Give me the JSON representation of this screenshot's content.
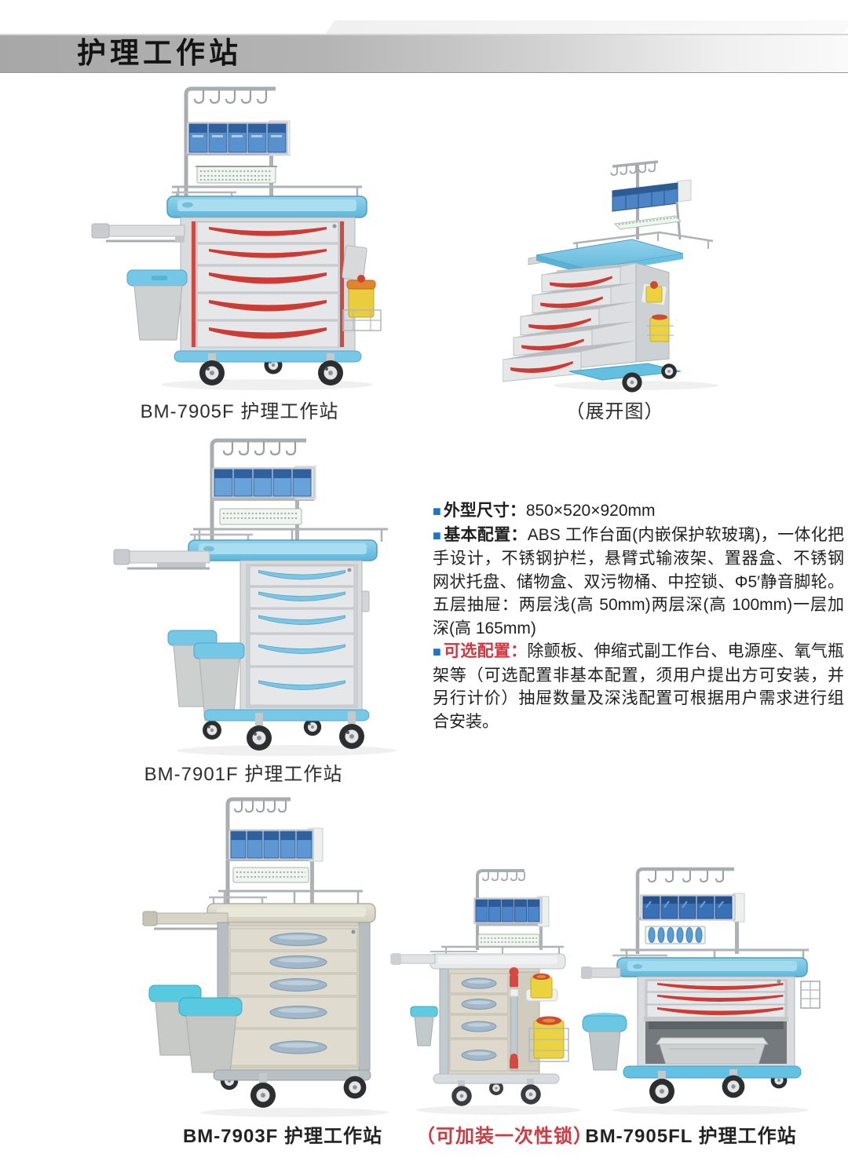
{
  "page": {
    "title": "护理工作站"
  },
  "colors": {
    "accent_blue_top": "#6ec6e6",
    "bin_blue": "#5792ce",
    "handle_red": "#ce3b35",
    "handle_blue": "#7cc5e5",
    "handle_gray_blue": "#a2b7c9",
    "beige_body": "#d6d3c6",
    "spec_bullet_blue": "#2273c4",
    "label_red": "#d2373f",
    "caption_red": "#cf3a42"
  },
  "specs": {
    "bullet": "■",
    "items": [
      {
        "label": "外型尺寸：",
        "text": "850×520×920mm"
      },
      {
        "label": "基本配置：",
        "text": "ABS 工作台面(内嵌保护软玻璃)，一体化把手设计，不锈钢护栏，悬臂式输液架、置器盒、不锈钢网状托盘、储物盒、双污物桶、中控锁、Φ5′静音脚轮。五层抽屉：两层浅(高 50mm)两层深(高 100mm)一层加深(高 165mm)"
      },
      {
        "label": "可选配置：",
        "text": "除颤板、伸缩式副工作台、电源座、氧气瓶架等（可选配置非基本配置，须用户提出方可安装，并另行计价）抽屉数量及深浅配置可根据用户需求进行组合安装。"
      }
    ]
  },
  "products": [
    {
      "id": "bm7905f",
      "caption": "BM-7905F 护理工作站"
    },
    {
      "id": "expanded",
      "caption": "（展开图）"
    },
    {
      "id": "bm7901f",
      "caption": "BM-7901F 护理工作站"
    },
    {
      "id": "bm7903f",
      "caption": "BM-7903F 护理工作站"
    },
    {
      "id": "locknote",
      "caption": "（可加装一次性锁）"
    },
    {
      "id": "bm7905fl",
      "caption": "BM-7905FL 护理工作站"
    }
  ]
}
